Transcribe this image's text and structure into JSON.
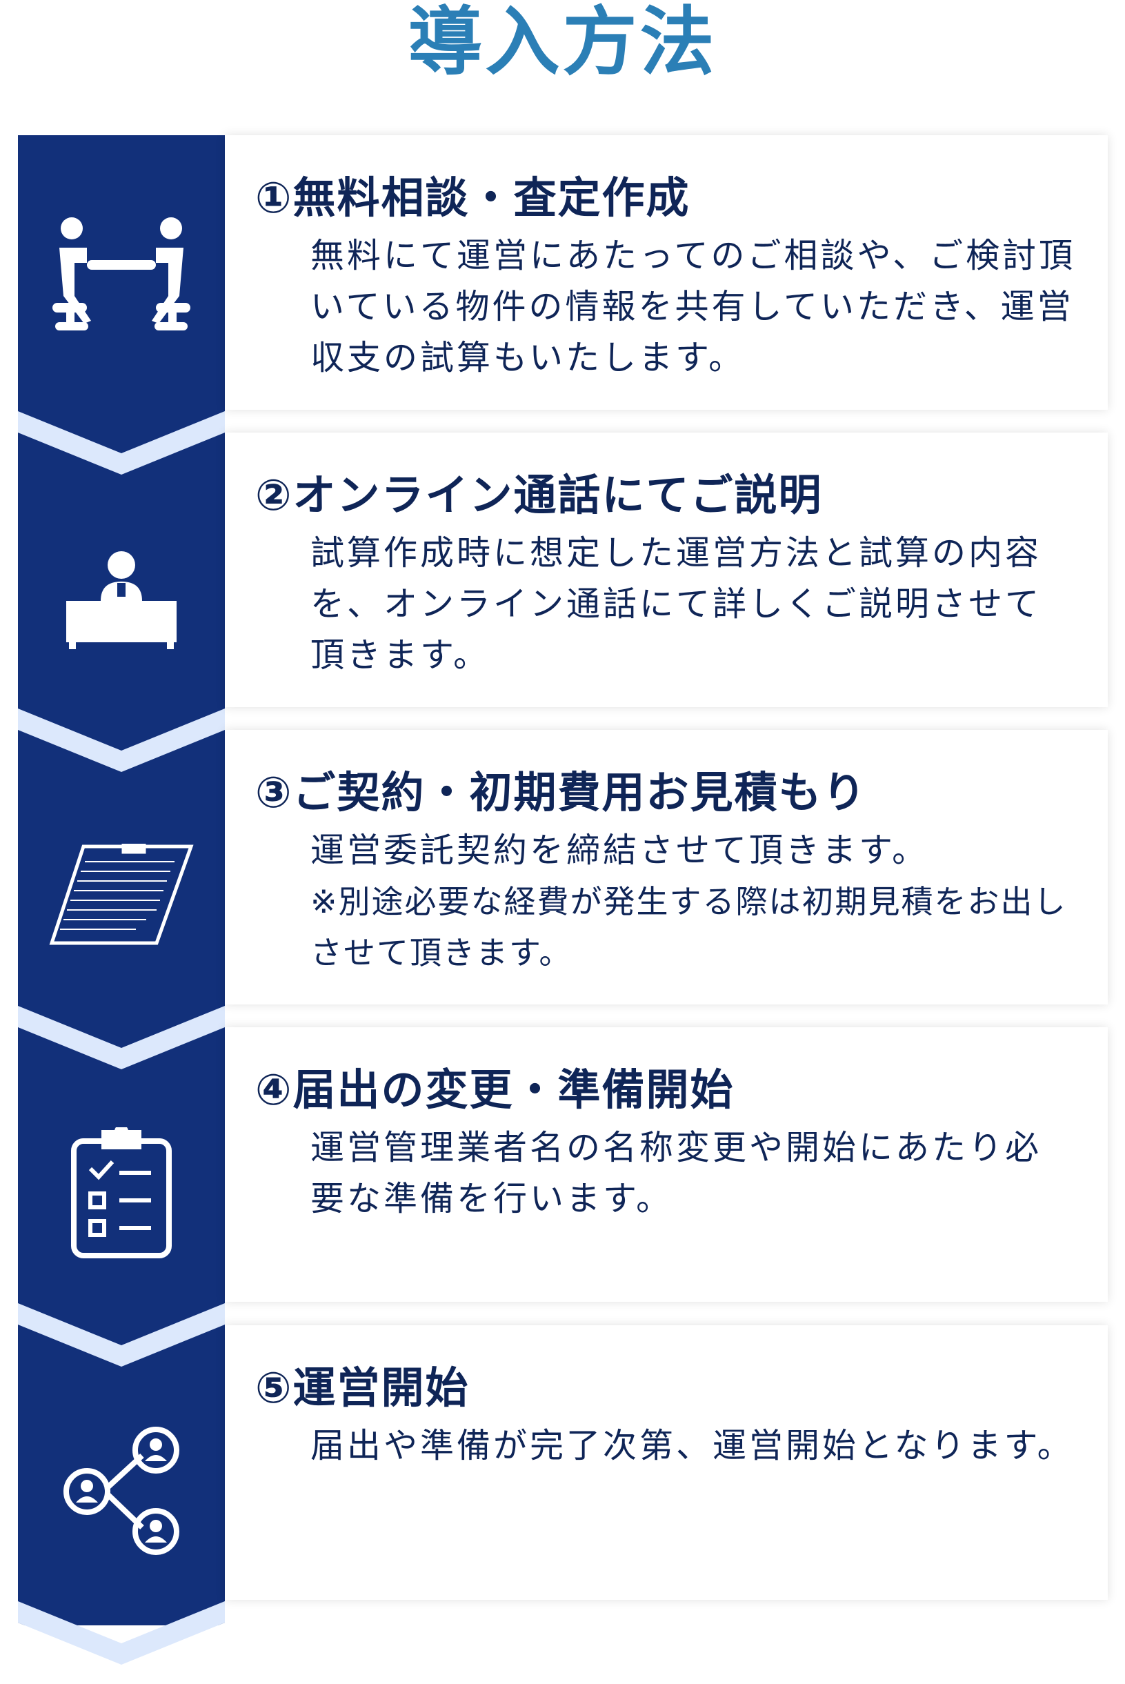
{
  "title": "導入方法",
  "colors": {
    "navy": "#12307a",
    "light": "#dce8fc",
    "text": "#0f2557",
    "accent": "#2b7fb6"
  },
  "steps": [
    {
      "title": "①無料相談・査定作成",
      "body": "無料にて運営にあたってのご相談や、ご検討頂いている物件の情報を共有していただき、運営収支の試算もいたします。",
      "icon": "meeting-icon"
    },
    {
      "title": "②オンライン通話にてご説明",
      "body": "試算作成時に想定した運営方法と試算の内容を、オンライン通話にて詳しくご説明させて頂きます。",
      "icon": "person-at-desk-icon"
    },
    {
      "title": "③ご契約・初期費用お見積もり",
      "body": "運営委託契約を締結させて頂きます。",
      "note": "※別途必要な経費が発生する際は初期見積をお出しさせて頂きます。",
      "icon": "contract-document-icon"
    },
    {
      "title": "④届出の変更・準備開始",
      "body": "運営管理業者名の名称変更や開始にあたり必要な準備を行います。",
      "icon": "checklist-clipboard-icon"
    },
    {
      "title": "⑤運営開始",
      "body": "届出や準備が完了次第、運営開始となります。",
      "icon": "network-share-icon"
    }
  ]
}
